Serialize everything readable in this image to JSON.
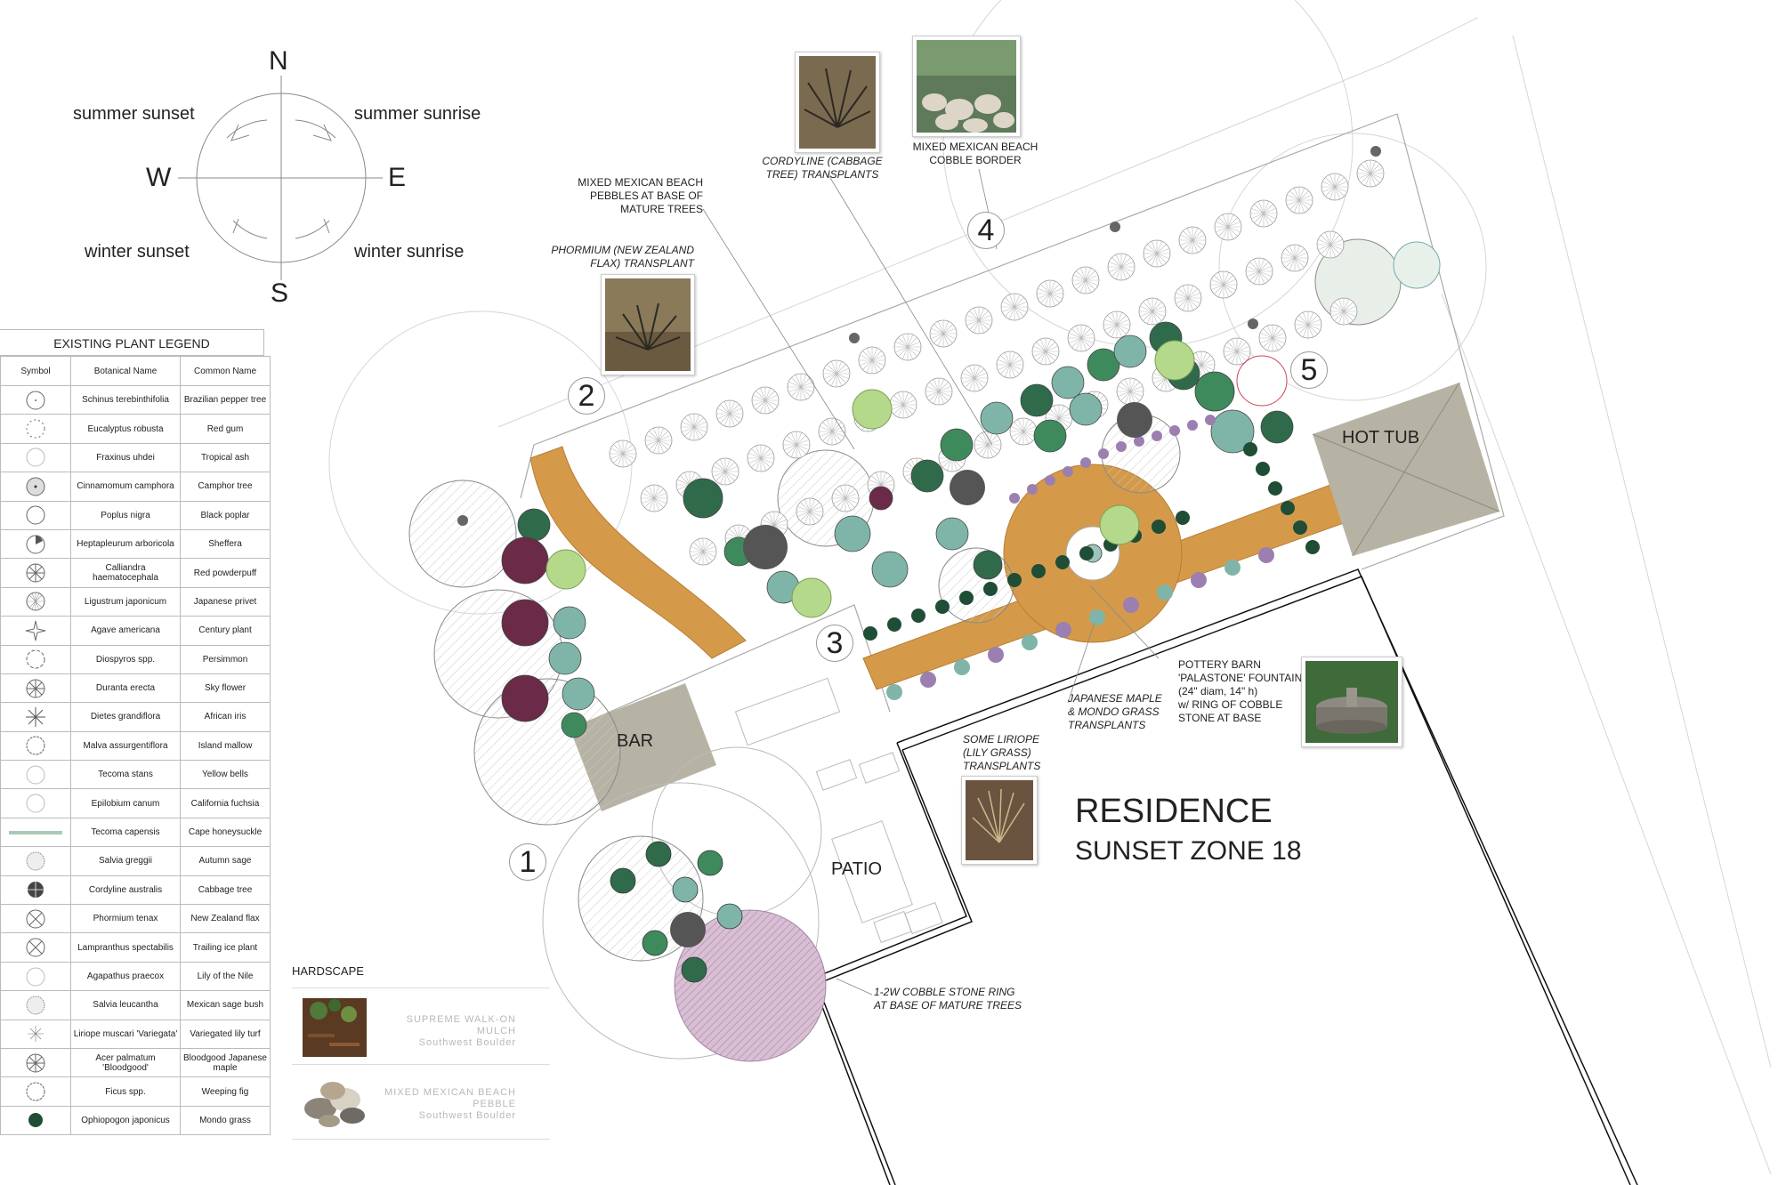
{
  "compass": {
    "n": "N",
    "s": "S",
    "e": "E",
    "w": "W",
    "summer_sunset": "summer sunset",
    "summer_sunrise": "summer sunrise",
    "winter_sunset": "winter sunset",
    "winter_sunrise": "winter sunrise"
  },
  "legend": {
    "title": "EXISTING PLANT LEGEND",
    "headers": [
      "Symbol",
      "Botanical Name",
      "Common Name"
    ],
    "rows": [
      {
        "botanical": "Schinus terebinthifolia",
        "common": "Brazilian pepper tree",
        "icon": "circle-dot-icon"
      },
      {
        "botanical": "Eucalyptus robusta",
        "common": "Red gum",
        "icon": "dotted-circle-icon"
      },
      {
        "botanical": "Fraxinus uhdei",
        "common": "Tropical ash",
        "icon": "faint-circle-icon"
      },
      {
        "botanical": "Cinnamomum camphora",
        "common": "Camphor tree",
        "icon": "grey-circle-icon"
      },
      {
        "botanical": "Poplus nigra",
        "common": "Black poplar",
        "icon": "open-circle-icon"
      },
      {
        "botanical": "Heptapleurum arboricola",
        "common": "Sheffera",
        "icon": "wedge-circle-icon"
      },
      {
        "botanical": "Calliandra haematocephala",
        "common": "Red powderpuff",
        "icon": "spoke-circle-icon"
      },
      {
        "botanical": "Ligustrum japonicum",
        "common": "Japanese privet",
        "icon": "radial-circle-icon"
      },
      {
        "botanical": "Agave americana",
        "common": "Century plant",
        "icon": "star-icon"
      },
      {
        "botanical": "Diospyros spp.",
        "common": "Persimmon",
        "icon": "scalloped-circle-icon"
      },
      {
        "botanical": "Duranta erecta",
        "common": "Sky flower",
        "icon": "spoke-circle-icon"
      },
      {
        "botanical": "Dietes grandiflora",
        "common": "African iris",
        "icon": "burst-icon"
      },
      {
        "botanical": "Malva assurgentiflora",
        "common": "Island mallow",
        "icon": "wavy-circle-icon"
      },
      {
        "botanical": "Tecoma stans",
        "common": "Yellow bells",
        "icon": "faint-circle-icon"
      },
      {
        "botanical": "Epilobium canum",
        "common": "California fuchsia",
        "icon": "faint-circle-icon"
      },
      {
        "botanical": "Tecoma capensis",
        "common": "Cape honeysuckle",
        "icon": "hedge-line-icon"
      },
      {
        "botanical": "Salvia greggii",
        "common": "Autumn sage",
        "icon": "textured-circle-icon"
      },
      {
        "botanical": "Cordyline australis",
        "common": "Cabbage tree",
        "icon": "dark-burst-icon"
      },
      {
        "botanical": "Phormium tenax",
        "common": "New Zealand flax",
        "icon": "x-circle-icon"
      },
      {
        "botanical": "Lampranthus spectabilis",
        "common": "Trailing ice plant",
        "icon": "x-circle-icon"
      },
      {
        "botanical": "Agapathus praecox",
        "common": "Lily of the Nile",
        "icon": "faint-circle-icon"
      },
      {
        "botanical": "Salvia leucantha",
        "common": "Mexican sage bush",
        "icon": "textured-circle-icon"
      },
      {
        "botanical": "Liriope muscari 'Variegata'",
        "common": "Variegated lily turf",
        "icon": "fine-burst-icon"
      },
      {
        "botanical": "Acer palmatum 'Bloodgood'",
        "common": "Bloodgood Japanese maple",
        "icon": "spoke-circle-icon"
      },
      {
        "botanical": "Ficus spp.",
        "common": "Weeping fig",
        "icon": "wavy-circle-icon"
      },
      {
        "botanical": "Ophiopogon japonicus",
        "common": "Mondo grass",
        "icon": "solid-dark-circle-icon"
      }
    ]
  },
  "hardscape": {
    "title": "HARDSCAPE",
    "items": [
      {
        "line1": "SUPREME WALK-ON",
        "line2": "MULCH",
        "line3": "Southwest Boulder",
        "icon": "mulch-swatch-icon"
      },
      {
        "line1": "MIXED MEXICAN BEACH",
        "line2": "PEBBLE",
        "line3": "Southwest Boulder",
        "icon": "pebble-swatch-icon"
      }
    ]
  },
  "plan": {
    "areas": {
      "bar": "BAR",
      "patio": "PATIO",
      "hot_tub": "HOT TUB",
      "residence": "RESIDENCE",
      "zone": "SUNSET ZONE 18"
    },
    "markers": [
      "1",
      "2",
      "3",
      "4",
      "5"
    ],
    "notes": {
      "pebbles_base": [
        "MIXED MEXICAN BEACH",
        "PEBBLES AT BASE OF",
        "MATURE TREES"
      ],
      "phormium": [
        "PHORMIUM (NEW ZEALAND",
        "FLAX) TRANSPLANT"
      ],
      "cordyline": [
        "CORDYLINE (CABBAGE",
        "TREE) TRANSPLANTS"
      ],
      "cobble_border": [
        "MIXED MEXICAN BEACH",
        "COBBLE BORDER"
      ],
      "maple_mondo": [
        "JAPANESE MAPLE",
        "& MONDO GRASS",
        "TRANSPLANTS"
      ],
      "liriope": [
        "SOME LIRIOPE",
        "(LILY GRASS)",
        "TRANSPLANTS"
      ],
      "fountain": [
        "POTTERY BARN",
        "'PALASTONE' FOUNTAIN",
        "(24\" diam, 14\" h)",
        "w/ RING OF COBBLE",
        "STONE AT BASE"
      ],
      "cobble_ring": [
        "1-2W COBBLE STONE RING",
        "AT BASE OF MATURE TREES"
      ]
    },
    "colors": {
      "path": "#d49a4a",
      "hardscape_pad": "#b7b3a4",
      "dark_green": "#2f6b4a",
      "mid_green": "#3f8a5c",
      "teal": "#7fb5a8",
      "lime": "#b5d98a",
      "purple": "#9b7fb0",
      "maroon": "#6b2a48",
      "pink_tree": "#c9a6c4"
    }
  }
}
